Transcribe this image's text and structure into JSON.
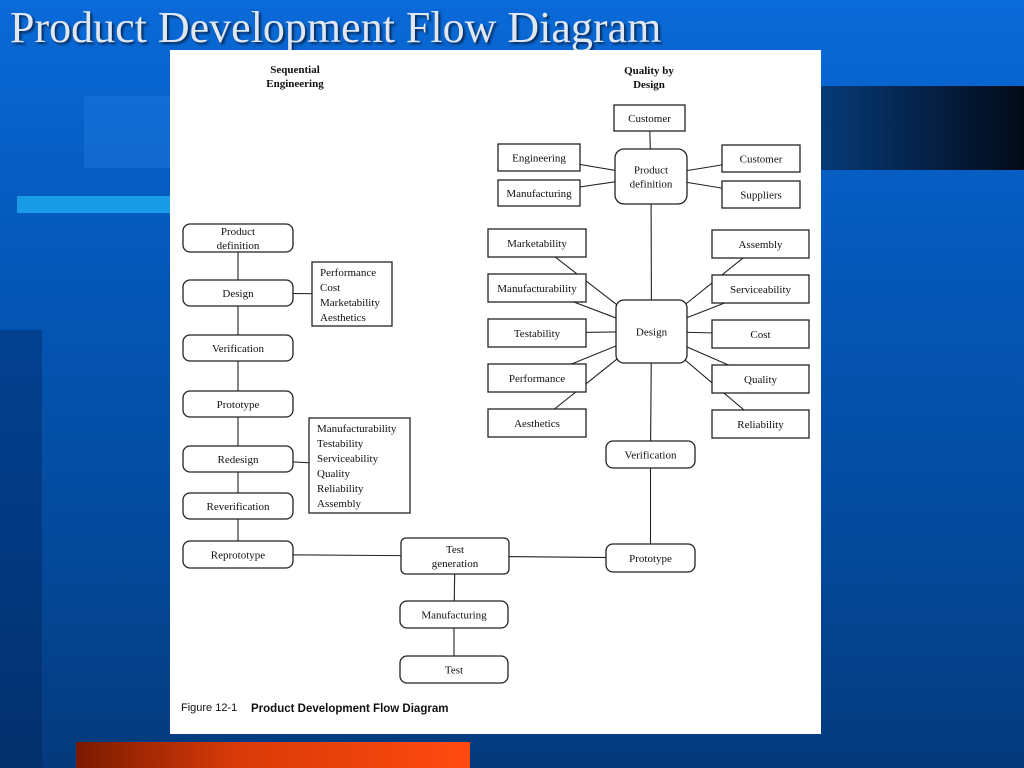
{
  "slide": {
    "title": "Product Development Flow Diagram"
  },
  "diagram": {
    "caption_label": "Figure 12-1",
    "caption_title": "Product Development Flow Diagram",
    "left_heading": [
      "Sequential",
      "Engineering"
    ],
    "right_heading": [
      "Quality by",
      "Design"
    ],
    "sequential_nodes": [
      {
        "id": "seq-product-definition",
        "lines": [
          "Product",
          "definition"
        ]
      },
      {
        "id": "seq-design",
        "lines": [
          "Design"
        ]
      },
      {
        "id": "seq-verification",
        "lines": [
          "Verification"
        ]
      },
      {
        "id": "seq-prototype",
        "lines": [
          "Prototype"
        ]
      },
      {
        "id": "seq-redesign",
        "lines": [
          "Redesign"
        ]
      },
      {
        "id": "seq-reverification",
        "lines": [
          "Reverification"
        ]
      },
      {
        "id": "seq-reprototype",
        "lines": [
          "Reprototype"
        ]
      }
    ],
    "design_criteria": [
      "Performance",
      "Cost",
      "Marketability",
      "Aesthetics"
    ],
    "redesign_criteria": [
      "Manufacturability",
      "Testability",
      "Serviceability",
      "Quality",
      "Reliability",
      "Assembly"
    ],
    "qbd_nodes": [
      {
        "id": "qbd-customer-top",
        "lines": [
          "Customer"
        ]
      },
      {
        "id": "qbd-engineering",
        "lines": [
          "Engineering"
        ]
      },
      {
        "id": "qbd-manufacturing",
        "lines": [
          "Manufacturing"
        ]
      },
      {
        "id": "qbd-product-definition",
        "lines": [
          "Product",
          "definition"
        ]
      },
      {
        "id": "qbd-customer-right",
        "lines": [
          "Customer"
        ]
      },
      {
        "id": "qbd-suppliers",
        "lines": [
          "Suppliers"
        ]
      },
      {
        "id": "qbd-marketability",
        "lines": [
          "Marketability"
        ]
      },
      {
        "id": "qbd-manufacturability",
        "lines": [
          "Manufacturability"
        ]
      },
      {
        "id": "qbd-testability",
        "lines": [
          "Testability"
        ]
      },
      {
        "id": "qbd-performance",
        "lines": [
          "Performance"
        ]
      },
      {
        "id": "qbd-aesthetics",
        "lines": [
          "Aesthetics"
        ]
      },
      {
        "id": "qbd-design",
        "lines": [
          "Design"
        ]
      },
      {
        "id": "qbd-assembly",
        "lines": [
          "Assembly"
        ]
      },
      {
        "id": "qbd-serviceability",
        "lines": [
          "Serviceability"
        ]
      },
      {
        "id": "qbd-cost",
        "lines": [
          "Cost"
        ]
      },
      {
        "id": "qbd-quality",
        "lines": [
          "Quality"
        ]
      },
      {
        "id": "qbd-reliability",
        "lines": [
          "Reliability"
        ]
      },
      {
        "id": "qbd-verification",
        "lines": [
          "Verification"
        ]
      },
      {
        "id": "qbd-prototype",
        "lines": [
          "Prototype"
        ]
      }
    ],
    "shared_nodes": [
      {
        "id": "test-generation",
        "lines": [
          "Test",
          "generation"
        ]
      },
      {
        "id": "manufacturing",
        "lines": [
          "Manufacturing"
        ]
      },
      {
        "id": "test",
        "lines": [
          "Test"
        ]
      }
    ],
    "edges": [
      [
        "seq-product-definition",
        "seq-design"
      ],
      [
        "seq-design",
        "seq-verification"
      ],
      [
        "seq-verification",
        "seq-prototype"
      ],
      [
        "seq-prototype",
        "seq-redesign"
      ],
      [
        "seq-redesign",
        "seq-reverification"
      ],
      [
        "seq-reverification",
        "seq-reprototype"
      ],
      [
        "seq-design",
        "design-criteria-box"
      ],
      [
        "seq-redesign",
        "redesign-criteria-box"
      ],
      [
        "seq-reprototype",
        "test-generation"
      ],
      [
        "qbd-prototype",
        "test-generation"
      ],
      [
        "test-generation",
        "manufacturing"
      ],
      [
        "manufacturing",
        "test"
      ],
      [
        "qbd-customer-top",
        "qbd-product-definition"
      ],
      [
        "qbd-engineering",
        "qbd-product-definition"
      ],
      [
        "qbd-manufacturing",
        "qbd-product-definition"
      ],
      [
        "qbd-customer-right",
        "qbd-product-definition"
      ],
      [
        "qbd-suppliers",
        "qbd-product-definition"
      ],
      [
        "qbd-product-definition",
        "qbd-design"
      ],
      [
        "qbd-marketability",
        "qbd-design"
      ],
      [
        "qbd-manufacturability",
        "qbd-design"
      ],
      [
        "qbd-testability",
        "qbd-design"
      ],
      [
        "qbd-performance",
        "qbd-design"
      ],
      [
        "qbd-aesthetics",
        "qbd-design"
      ],
      [
        "qbd-assembly",
        "qbd-design"
      ],
      [
        "qbd-serviceability",
        "qbd-design"
      ],
      [
        "qbd-cost",
        "qbd-design"
      ],
      [
        "qbd-quality",
        "qbd-design"
      ],
      [
        "qbd-reliability",
        "qbd-design"
      ],
      [
        "qbd-design",
        "qbd-verification"
      ],
      [
        "qbd-verification",
        "qbd-prototype"
      ]
    ]
  }
}
